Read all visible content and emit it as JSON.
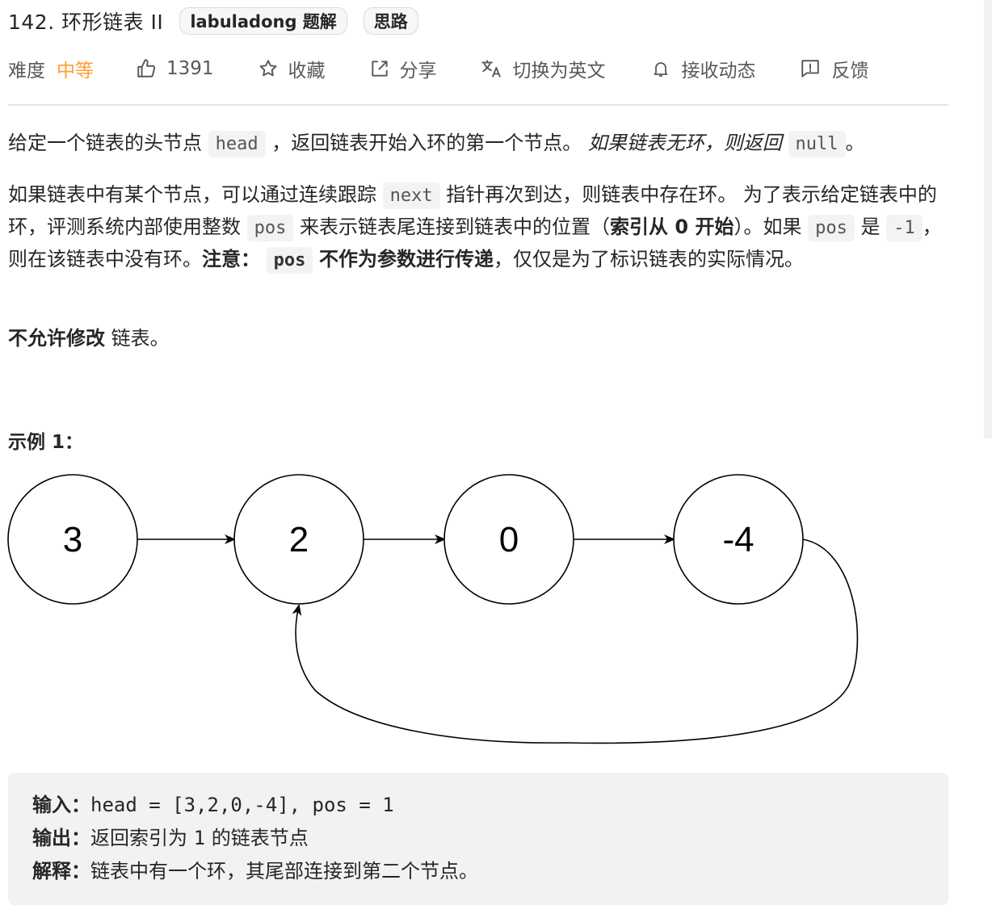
{
  "problem": {
    "title": "142. 环形链表 II",
    "tags": [
      "labuladong 题解",
      "思路"
    ]
  },
  "meta": {
    "difficulty_label": "难度",
    "difficulty_value": "中等",
    "likes": "1391",
    "favorite": "收藏",
    "share": "分享",
    "translate": "切换为英文",
    "subscribe": "接收动态",
    "feedback": "反馈",
    "colors": {
      "difficulty": "#ff9f2e",
      "divider": "#e5e5e5"
    },
    "icons": [
      "thumbs-up-icon",
      "star-icon",
      "share-icon",
      "translate-icon",
      "bell-icon",
      "feedback-icon"
    ]
  },
  "description": {
    "p1": {
      "a": "给定一个链表的头节点 ",
      "code_head": "head",
      "b": " ，返回链表开始入环的第一个节点。 ",
      "italic": "如果链表无环，则返回 ",
      "code_null": "null",
      "c": "。"
    },
    "p2": {
      "a": "如果链表中有某个节点，可以通过连续跟踪 ",
      "code_next": "next",
      "b": " 指针再次到达，则链表中存在环。 为了表示给定链表中的环，评测系统内部使用整数 ",
      "code_pos": "pos",
      "c": " 来表示链表尾连接到链表中的位置（",
      "bold_index": "索引从 0 开始",
      "d": "）。如果 ",
      "code_pos2": "pos",
      "e": " 是 ",
      "code_neg1": "-1",
      "f": "，则在该链表中没有环。",
      "bold_note": "注意：",
      "g": " ",
      "code_pos3": "pos",
      "h": " ",
      "bold_not_param": "不作为参数进行传递",
      "i": "，仅仅是为了标识链表的实际情况。"
    },
    "p3": {
      "bold": "不允许修改",
      "rest": " 链表。"
    }
  },
  "example": {
    "title": "示例 1：",
    "diagram_nodes": [
      "3",
      "2",
      "0",
      "-4"
    ],
    "input_label": "输入：",
    "input_value": "head = [3,2,0,-4], pos = 1",
    "output_label": "输出：",
    "output_a": "返回索引为 ",
    "output_num": "1",
    "output_b": " 的链表节点",
    "explain_label": "解释：",
    "explain_value": "链表中有一个环，其尾部连接到第二个节点。"
  }
}
